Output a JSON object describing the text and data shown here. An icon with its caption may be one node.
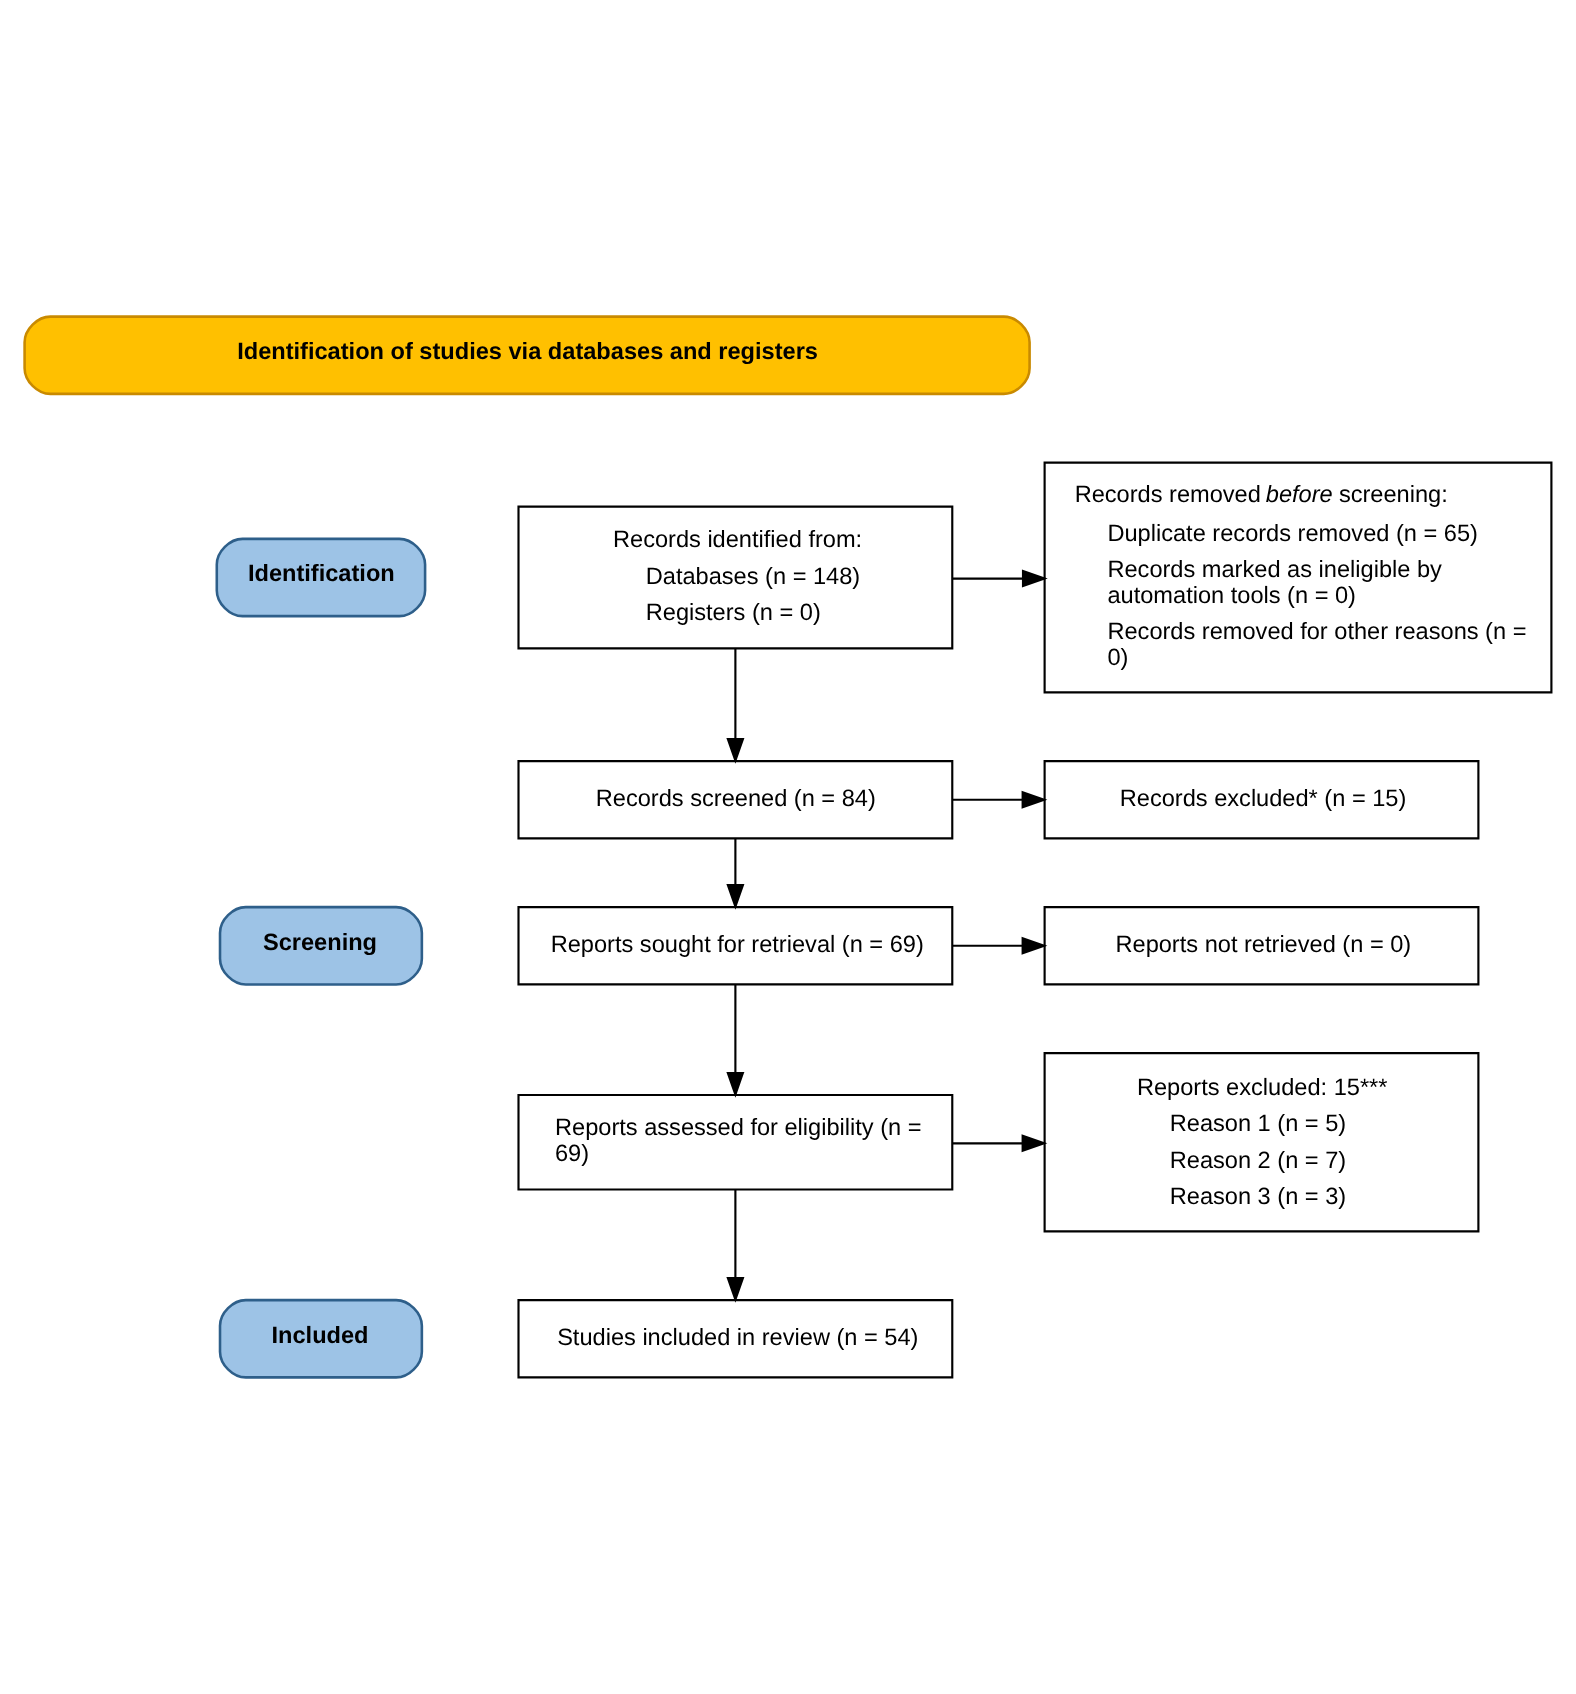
{
  "diagram": {
    "nodes": [
      {
        "text": [
          "Identification of studies via databases and registers"
        ]
      },
      {
        "text": [
          "Identification"
        ]
      },
      {
        "text": [
          "Screening"
        ]
      },
      {
        "text": [
          "Included"
        ]
      },
      {
        "text": [
          "Records identified from:",
          "Databases (n = 148)",
          "Registers (n = 0)"
        ]
      },
      {
        "text": [
          "Records removed *before* screening:",
          "Duplicate records removed (n = 65)",
          "Records marked as ineligible by automation tools (n = 0)",
          "Records removed for other reasons (n = 0)"
        ]
      },
      {
        "text": [
          "Records screened (n = 84)"
        ]
      },
      {
        "text": [
          "Records excluded* (n = 15)"
        ]
      },
      {
        "text": [
          "Reports sought for retrieval (n = 69)"
        ]
      },
      {
        "text": [
          "Reports not retrieved (n = 0)"
        ]
      },
      {
        "text": [
          "Reports assessed for eligibility (n = 69)"
        ]
      },
      {
        "text": [
          "Reports excluded: 15***",
          "Reason 1 (n = 5)",
          "Reason 2 (n = 7)",
          "Reason 3 (n = 3)"
        ]
      },
      {
        "text": [
          "Studies included in review (n = 54)"
        ]
      }
    ],
    "edges": [
      {
        "from": 4,
        "to": 5,
        "arrow": "to"
      },
      {
        "from": 4,
        "to": 6,
        "arrow": "to"
      },
      {
        "from": 6,
        "to": 7,
        "arrow": "to"
      },
      {
        "from": 6,
        "to": 8,
        "arrow": "to"
      },
      {
        "from": 8,
        "to": 9,
        "arrow": "to"
      },
      {
        "from": 8,
        "to": 10,
        "arrow": "to"
      },
      {
        "from": 10,
        "to": 11,
        "arrow": "to"
      },
      {
        "from": 10,
        "to": 12,
        "arrow": "to"
      }
    ]
  }
}
